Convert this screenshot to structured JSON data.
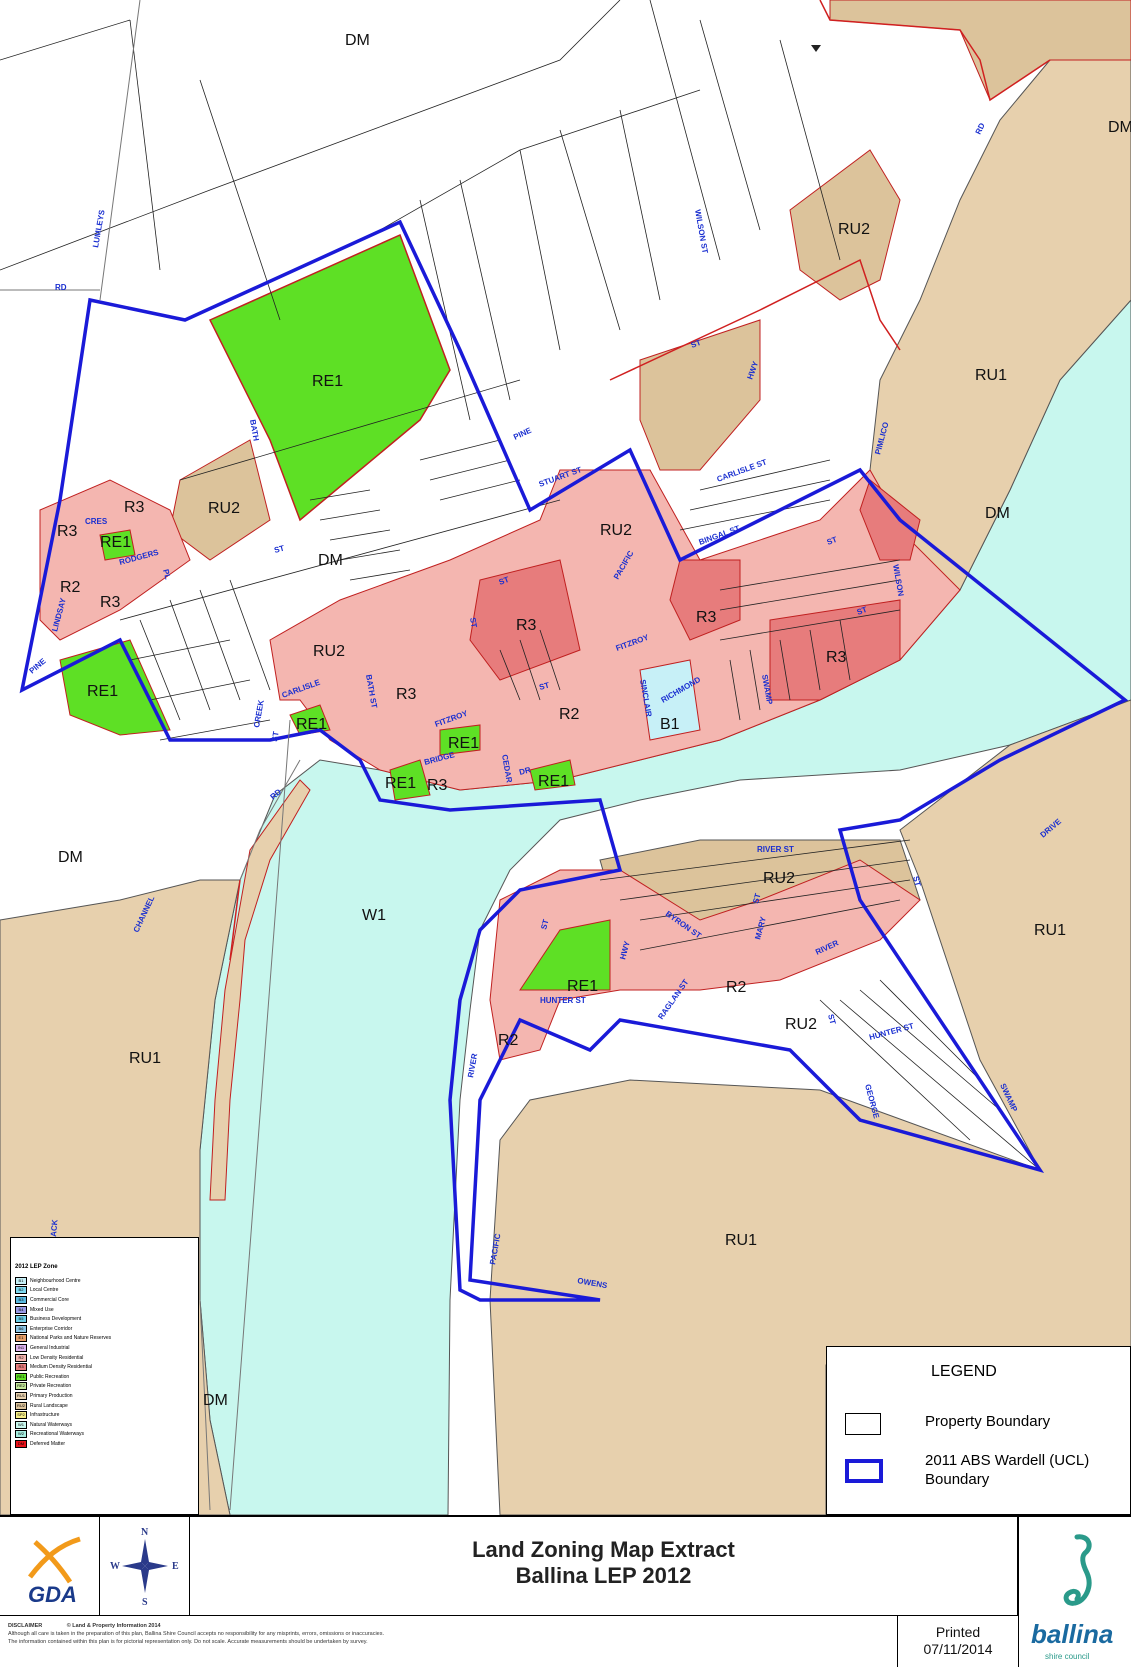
{
  "zones": {
    "dm_top": "DM",
    "dm_mid": "DM",
    "dm_right": "DM",
    "dm_right_edge": "DM",
    "dm_left": "DM",
    "dm_bottom": "DM",
    "re1_large": "RE1",
    "re1_small_left": "RE1",
    "re1_bottom_left": "RE1",
    "re1_creek": "RE1",
    "re1_fitzroy": "RE1",
    "re1_bridge": "RE1",
    "re1_dr": "RE1",
    "re1_south": "RE1",
    "r3_a": "R3",
    "r3_b": "R3",
    "r3_c": "R3",
    "r3_d": "R3",
    "r3_e": "R3",
    "r3_f": "R3",
    "r3_g": "R3",
    "r3_h": "R3",
    "r2_a": "R2",
    "r2_b": "R2",
    "r2_c": "R2",
    "r2_d": "R2",
    "ru2_a": "RU2",
    "ru2_b": "RU2",
    "ru2_c": "RU2",
    "ru2_d": "RU2",
    "ru2_e": "RU2",
    "ru2_f": "RU2",
    "ru1_a": "RU1",
    "ru1_b": "RU1",
    "ru1_c": "RU1",
    "ru1_d": "RU1",
    "b1": "B1",
    "w1": "W1"
  },
  "streets": {
    "lumleys": "LUMLEYS",
    "rd_nw": "RD",
    "rd_ne": "RD",
    "wilson_st": "WILSON ST",
    "hwy_n": "HWY",
    "st_n": "ST",
    "pine_n": "PINE",
    "stuart_st": "STUART ST",
    "pimlico": "PIMLICO",
    "carlisle_st": "CARLISLE ST",
    "bingal_st": "BINGAL ST",
    "bath_n": "BATH",
    "st_mid": "ST",
    "crest": "CRES",
    "rodgers": "RODGERS",
    "pl": "PL",
    "lindsay": "LINDSAY",
    "pine_w": "PINE",
    "st_centre": "ST",
    "pacific_n": "PACIFIC",
    "fitzroy_n": "FITZROY",
    "wilson_e": "WILSON",
    "st_e": "ST",
    "st_e2": "ST",
    "carlisle_w": "CARLISLE",
    "bath_st": "BATH ST",
    "st_c": "ST",
    "creek": "CREEK",
    "st_creek": "ST",
    "fitzroy_s": "FITZROY",
    "bridge": "BRIDGE",
    "dr": "DR",
    "cedar": "CEDAR",
    "st_cedar": "ST",
    "sinclair": "SINCLAIR",
    "richmond": "RICHMOND",
    "swamp": "SWAMP",
    "rd_sw": "RD",
    "channel": "CHANNEL",
    "river_st": "RIVER ST",
    "st_mary": "ST",
    "mary": "MARY",
    "byron_st": "BYRON ST",
    "river_e": "RIVER",
    "hwy_s": "HWY",
    "st_s": "ST",
    "hunter_st": "HUNTER ST",
    "raglan_st": "RAGLAN ST",
    "st_s2": "ST",
    "hunter_st2": "HUNTER ST",
    "st_drive": "ST",
    "drive": "DRIVE",
    "george": "GEORGE",
    "swamp_s": "SWAMP",
    "river_w": "RIVER",
    "pacific_s": "PACIFIC",
    "owens": "OWENS",
    "ack": "ACK"
  },
  "zone_legend": {
    "title": "2012 LEP Zone",
    "items": [
      {
        "code": "B1",
        "label": "Neighbourhood Centre",
        "color": "#c7f0f7"
      },
      {
        "code": "B2",
        "label": "Local Centre",
        "color": "#7fd8ef"
      },
      {
        "code": "B3",
        "label": "Commercial Core",
        "color": "#5ab9e0"
      },
      {
        "code": "B4",
        "label": "Mixed Use",
        "color": "#9a9ae6"
      },
      {
        "code": "B5",
        "label": "Business Development",
        "color": "#6ecfe8"
      },
      {
        "code": "B6",
        "label": "Enterprise Corridor",
        "color": "#8fc8e8"
      },
      {
        "code": "E1",
        "label": "National Parks and Nature Reserves",
        "color": "#e8a06a"
      },
      {
        "code": "IN1",
        "label": "General Industrial",
        "color": "#dcb3ef"
      },
      {
        "code": "R2",
        "label": "Low Density Residential",
        "color": "#f4b6b0"
      },
      {
        "code": "R3",
        "label": "Medium Density Residential",
        "color": "#e77c7c"
      },
      {
        "code": "RE1",
        "label": "Public Recreation",
        "color": "#5ee025"
      },
      {
        "code": "RE2",
        "label": "Private Recreation",
        "color": "#c4e89b"
      },
      {
        "code": "RU1",
        "label": "Primary Production",
        "color": "#e7d0ad"
      },
      {
        "code": "RU2",
        "label": "Rural Landscape",
        "color": "#dcc39b"
      },
      {
        "code": "SP2",
        "label": "Infrastructure",
        "color": "#f7ef87"
      },
      {
        "code": "W1",
        "label": "Natural Waterways",
        "color": "#c8f7ee"
      },
      {
        "code": "W2",
        "label": "Recreational Waterways",
        "color": "#a6eddf"
      },
      {
        "code": "DM",
        "label": "Deferred Matter",
        "color": "#e8121a"
      }
    ]
  },
  "legend": {
    "title": "LEGEND",
    "property": "Property Boundary",
    "ucl": "2011 ABS Wardell (UCL) Boundary"
  },
  "compass": {
    "n": "N",
    "s": "S",
    "e": "E",
    "w": "W"
  },
  "footer": {
    "title1": "Land Zoning Map Extract",
    "title2": "Ballina LEP 2012",
    "gda": "GDA",
    "ballina": "ballina",
    "ballina_sub": "shire council",
    "printed": "Printed",
    "date": "07/11/2014",
    "disclaimer_head": "DISCLAIMER",
    "copyright": "© Land & Property Information 2014",
    "disclaimer1": "Although all care is taken in the preparation of this plan, Ballina Shire Council accepts no responsibility for any misprints, errors, omissions or inaccuracies.",
    "disclaimer2": "The information contained within this plan is for pictorial representation only. Do not scale. Accurate measurements should be undertaken by survey."
  },
  "colors": {
    "rural": "#e7d0ad",
    "water": "#c8f7ee",
    "residential_low": "#f4b6b0",
    "residential_med": "#e77c7c",
    "recreation": "#5ee025",
    "boundary": "#1a1ad8",
    "zone_edge": "#d02020"
  }
}
